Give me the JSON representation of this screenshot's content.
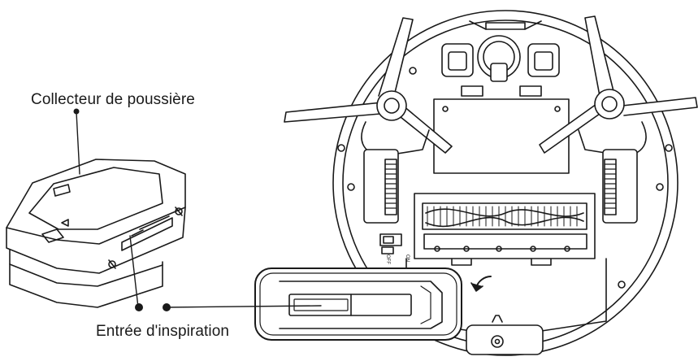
{
  "callouts": {
    "dust_collector": "Collecteur de poussière",
    "intake": "Entrée d'inspiration"
  },
  "switch": {
    "on": "ON",
    "off": "OFF"
  },
  "colors": {
    "line": "#1a1a1a",
    "background": "#ffffff",
    "fill_light": "#f2f2f2"
  }
}
